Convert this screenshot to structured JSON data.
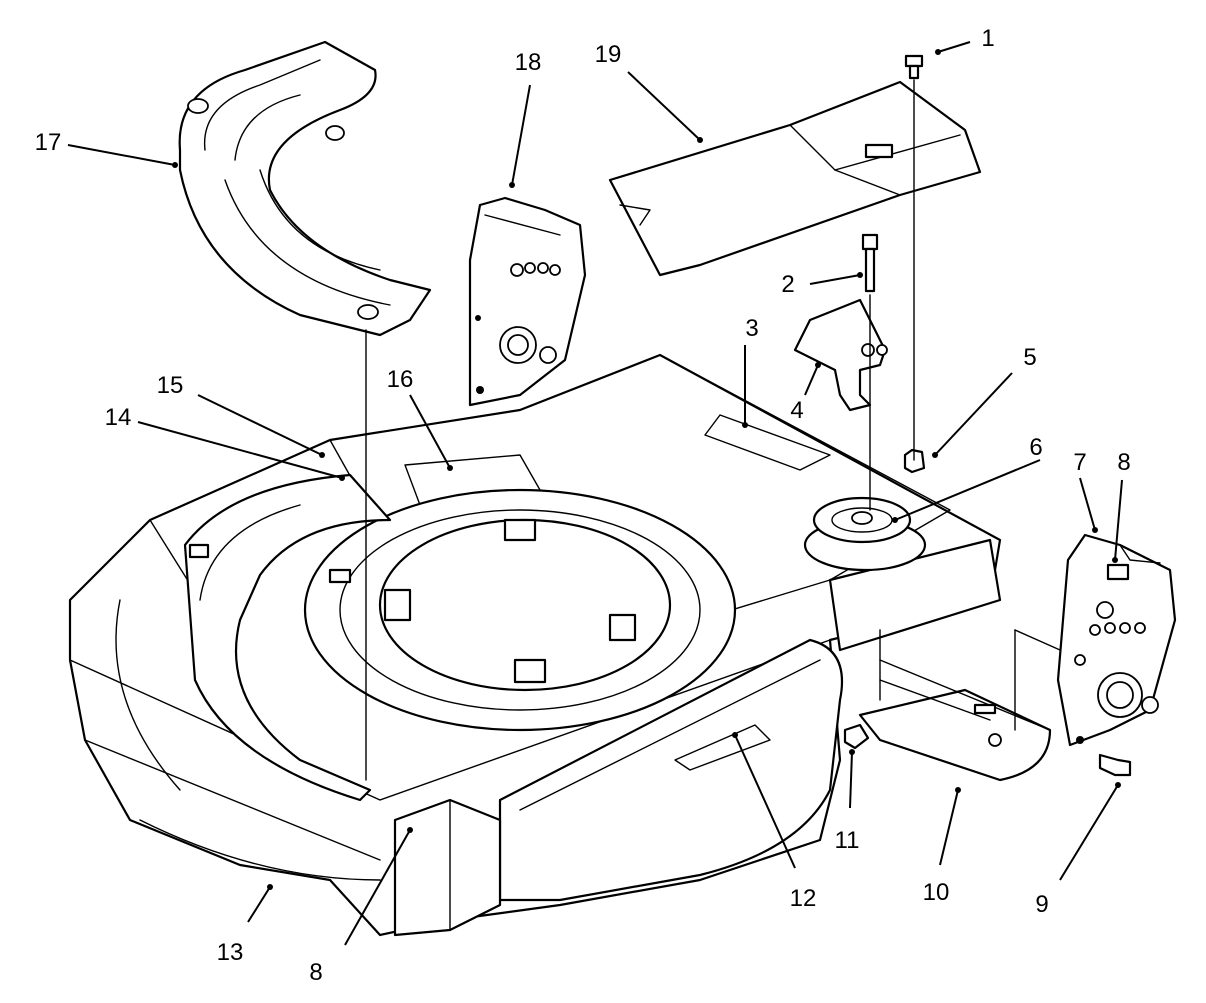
{
  "diagram": {
    "line_color": "#000000",
    "background": "#ffffff",
    "callouts": [
      {
        "id": "c1",
        "text": "1"
      },
      {
        "id": "c2",
        "text": "2"
      },
      {
        "id": "c3",
        "text": "3"
      },
      {
        "id": "c4",
        "text": "4"
      },
      {
        "id": "c5",
        "text": "5"
      },
      {
        "id": "c6",
        "text": "6"
      },
      {
        "id": "c7",
        "text": "7"
      },
      {
        "id": "c8a",
        "text": "8"
      },
      {
        "id": "c8b",
        "text": "8"
      },
      {
        "id": "c9",
        "text": "9"
      },
      {
        "id": "c10",
        "text": "10"
      },
      {
        "id": "c11",
        "text": "11"
      },
      {
        "id": "c12",
        "text": "12"
      },
      {
        "id": "c13",
        "text": "13"
      },
      {
        "id": "c14",
        "text": "14"
      },
      {
        "id": "c15",
        "text": "15"
      },
      {
        "id": "c16",
        "text": "16"
      },
      {
        "id": "c17",
        "text": "17"
      },
      {
        "id": "c18",
        "text": "18"
      },
      {
        "id": "c19",
        "text": "19"
      }
    ]
  }
}
